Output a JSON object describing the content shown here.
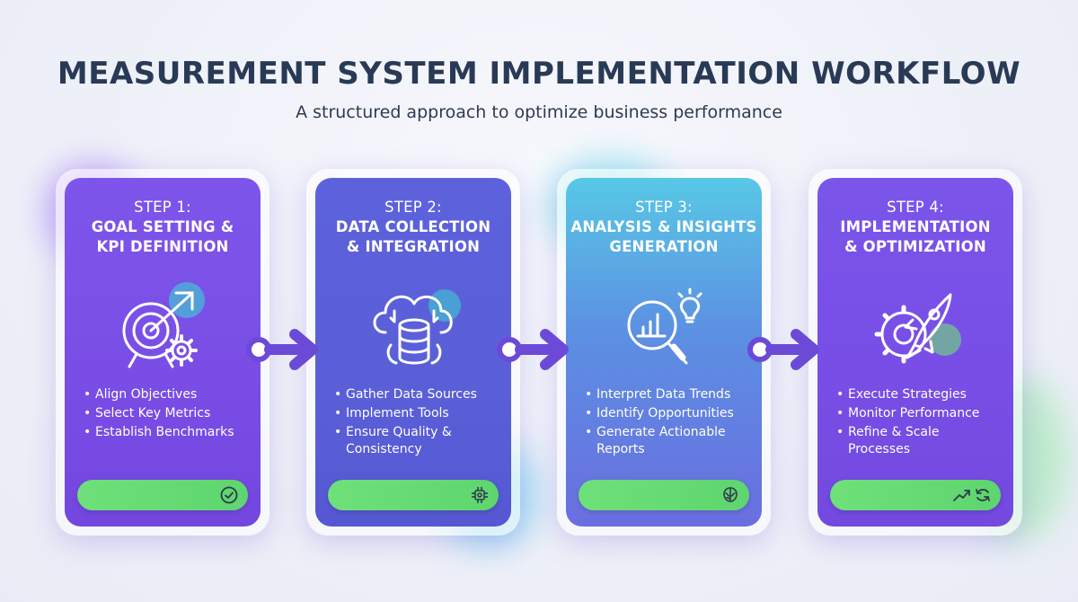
{
  "header": {
    "title": "MEASUREMENT SYSTEM IMPLEMENTATION WORKFLOW",
    "subtitle": "A structured approach to optimize business performance"
  },
  "colors": {
    "title": "#283a55",
    "card_purple": "#7b4fe6",
    "card_indigo": "#5b63dc",
    "card_teal": "#5aa2e8",
    "bar_green": "#6fe07a",
    "connector_purple": "#6c4ad8"
  },
  "steps": [
    {
      "step_label": "STEP 1:",
      "name_line1": "GOAL SETTING &",
      "name_line2": "KPI DEFINITION",
      "icon": "target-arrow-gear-icon",
      "bullets": [
        "Align Objectives",
        "Select Key Metrics",
        "Establish Benchmarks"
      ],
      "bar_icon": "check-circle-icon"
    },
    {
      "step_label": "STEP 2:",
      "name_line1": "DATA COLLECTION",
      "name_line2": "& INTEGRATION",
      "icon": "cloud-database-icon",
      "bullets": [
        "Gather Data Sources",
        "Implement Tools",
        "Ensure Quality &",
        "Consistency"
      ],
      "bar_icon": "chip-icon"
    },
    {
      "step_label": "STEP 3:",
      "name_line1": "ANALYSIS & INSIGHTS",
      "name_line2": "GENERATION",
      "icon": "magnifier-chart-lightbulb-icon",
      "bullets": [
        "Interpret Data Trends",
        "Identify Opportunities",
        "Generate Actionable",
        "Reports"
      ],
      "bar_icon": "brain-icon"
    },
    {
      "step_label": "STEP 4:",
      "name_line1": "IMPLEMENTATION",
      "name_line2": "& OPTIMIZATION",
      "icon": "gear-rocket-icon",
      "bullets": [
        "Execute Strategies",
        "Monitor Performance",
        "Refine & Scale",
        "Processes"
      ],
      "bar_icon": "trend-refresh-icon"
    }
  ]
}
